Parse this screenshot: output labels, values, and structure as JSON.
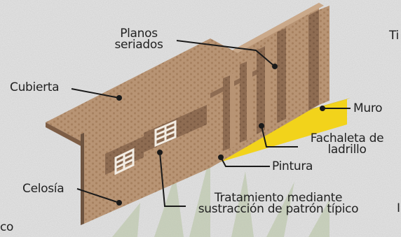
{
  "labels": {
    "planos": "Planos\nseriados",
    "cubierta": "Cubierta",
    "muro": "Muro",
    "fachaleta": "Fachaleta de\nladrillo",
    "pintura": "Pintura",
    "celosia": "Celosía",
    "tratamiento": "Tratamiento mediante\nsustracción de patrón típico",
    "edge_left": "co",
    "edge_right": "Ti",
    "edge_right_bottom": "I"
  },
  "colors": {
    "background": "#ececec",
    "brick": "#b89474",
    "brick_dark": "#8e6c52",
    "brick_shadow": "#6e5440",
    "paint": "#f2d31b",
    "leader": "#1a1a1a"
  }
}
